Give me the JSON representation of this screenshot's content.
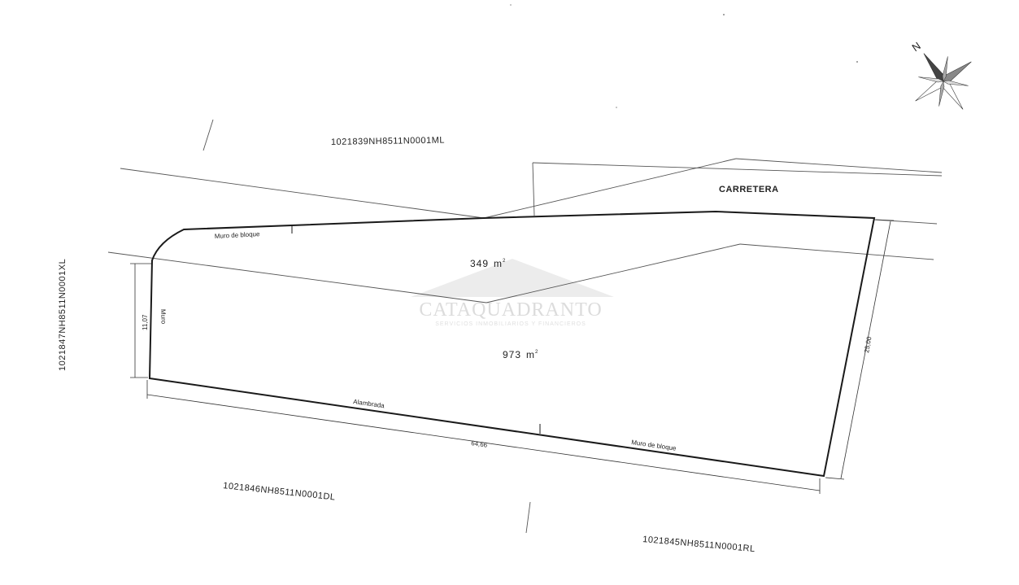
{
  "parcels": {
    "north": "1021839NH8511N0001ML",
    "west": "1021847NH8511N0001XL",
    "south_west": "1021846NH8511N0001DL",
    "south_east": "1021845NH8511N0001RL"
  },
  "road_label": "CARRETERA",
  "areas": {
    "upper": {
      "value": "349",
      "unit": "m",
      "exp": "2"
    },
    "main": {
      "value": "973",
      "unit": "m",
      "exp": "2"
    }
  },
  "boundary_labels": {
    "top_wall": "Muro de bloque",
    "left_wall": "Muro",
    "bottom_fence": "Alambrada",
    "bottom_wall": "Muro de bloque"
  },
  "dimensions": {
    "left": "11,07",
    "bottom": "64,66",
    "right": "25,00"
  },
  "compass": {
    "north": "N"
  },
  "watermark": {
    "main": "CATAQUADRANTO",
    "sub": "SERVICIOS INMOBILIARIOS Y FINANCIEROS"
  },
  "colors": {
    "lines": "#1a1a1a",
    "thin_lines": "#555555",
    "watermark": "#dcdcdc"
  }
}
